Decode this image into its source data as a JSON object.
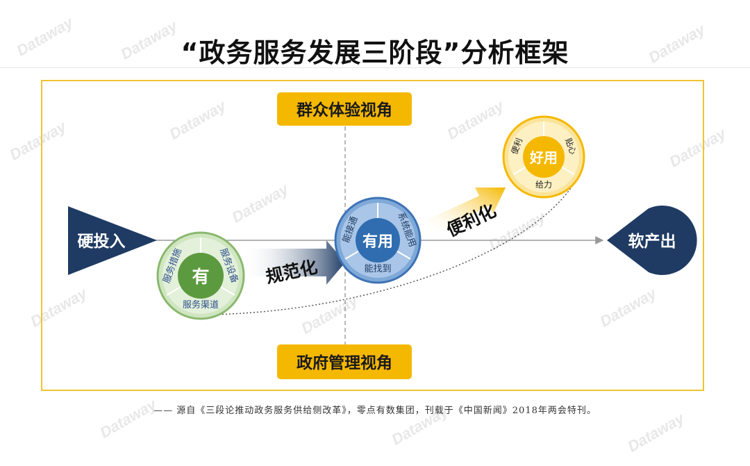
{
  "title": "“政务服务发展三阶段”分析框架",
  "perspectives": {
    "top": "群众体验视角",
    "bottom": "政府管理视角"
  },
  "axis": {
    "input": "硬投入",
    "output": "软产出"
  },
  "stages": {
    "have": {
      "center": "有",
      "ring": [
        "服务措施",
        "服务设备",
        "服务渠道"
      ]
    },
    "usable": {
      "center": "有用",
      "ring": [
        "能接通",
        "系统能用",
        "能找到"
      ]
    },
    "good": {
      "center": "好用",
      "ring": [
        "便利",
        "贴心",
        "给力"
      ]
    }
  },
  "transitions": {
    "first": "规范化",
    "second": "便利化"
  },
  "source": "—— 源自《三段论推动政务服务供给侧改革》，零点有数集团，刊载于《中国新闻》2018年两会特刊。",
  "watermark": "Dataway",
  "colors": {
    "navy": "#1f3b63",
    "green": "#5c9a3f",
    "blue": "#2f6db0",
    "gold": "#f5b800",
    "frame": "#f1c232"
  },
  "icons": {
    "input": "triangle-right-icon",
    "output": "teardrop-icon"
  }
}
